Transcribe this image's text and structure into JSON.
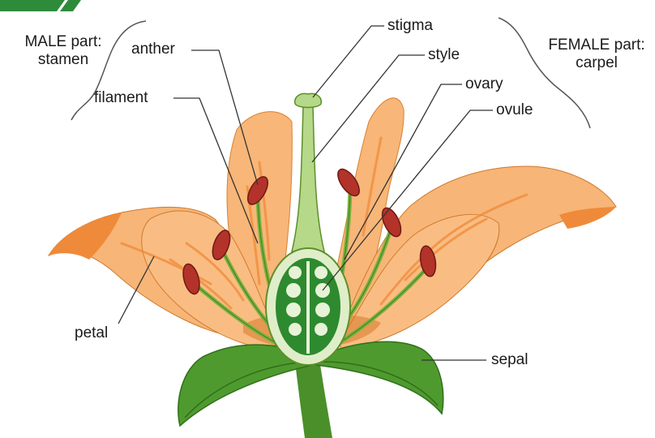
{
  "labels": {
    "male_group_line1": "MALE part:",
    "male_group_line2": "stamen",
    "female_group_line1": "FEMALE part:",
    "female_group_line2": "carpel",
    "anther": "anther",
    "filament": "filament",
    "stigma": "stigma",
    "style": "style",
    "ovary": "ovary",
    "ovule": "ovule",
    "petal": "petal",
    "sepal": "sepal"
  },
  "colors": {
    "petal_fill": "#f7b77a",
    "petal_dark": "#ef8a3c",
    "petal_vein": "#f08a3a",
    "petal_outline": "#c86a20",
    "sepal_fill": "#4f9a2e",
    "sepal_dark": "#2f6f1a",
    "stem": "#4a8f2a",
    "filament": "#7ab13e",
    "anther": "#b3322a",
    "style_fill": "#b6d889",
    "ovary_fill": "#dfeec9",
    "ovary_inner": "#2d8a2f",
    "ovule": "#e7f3d7",
    "banner": "#2e8b3a",
    "leader_line": "#333333"
  }
}
